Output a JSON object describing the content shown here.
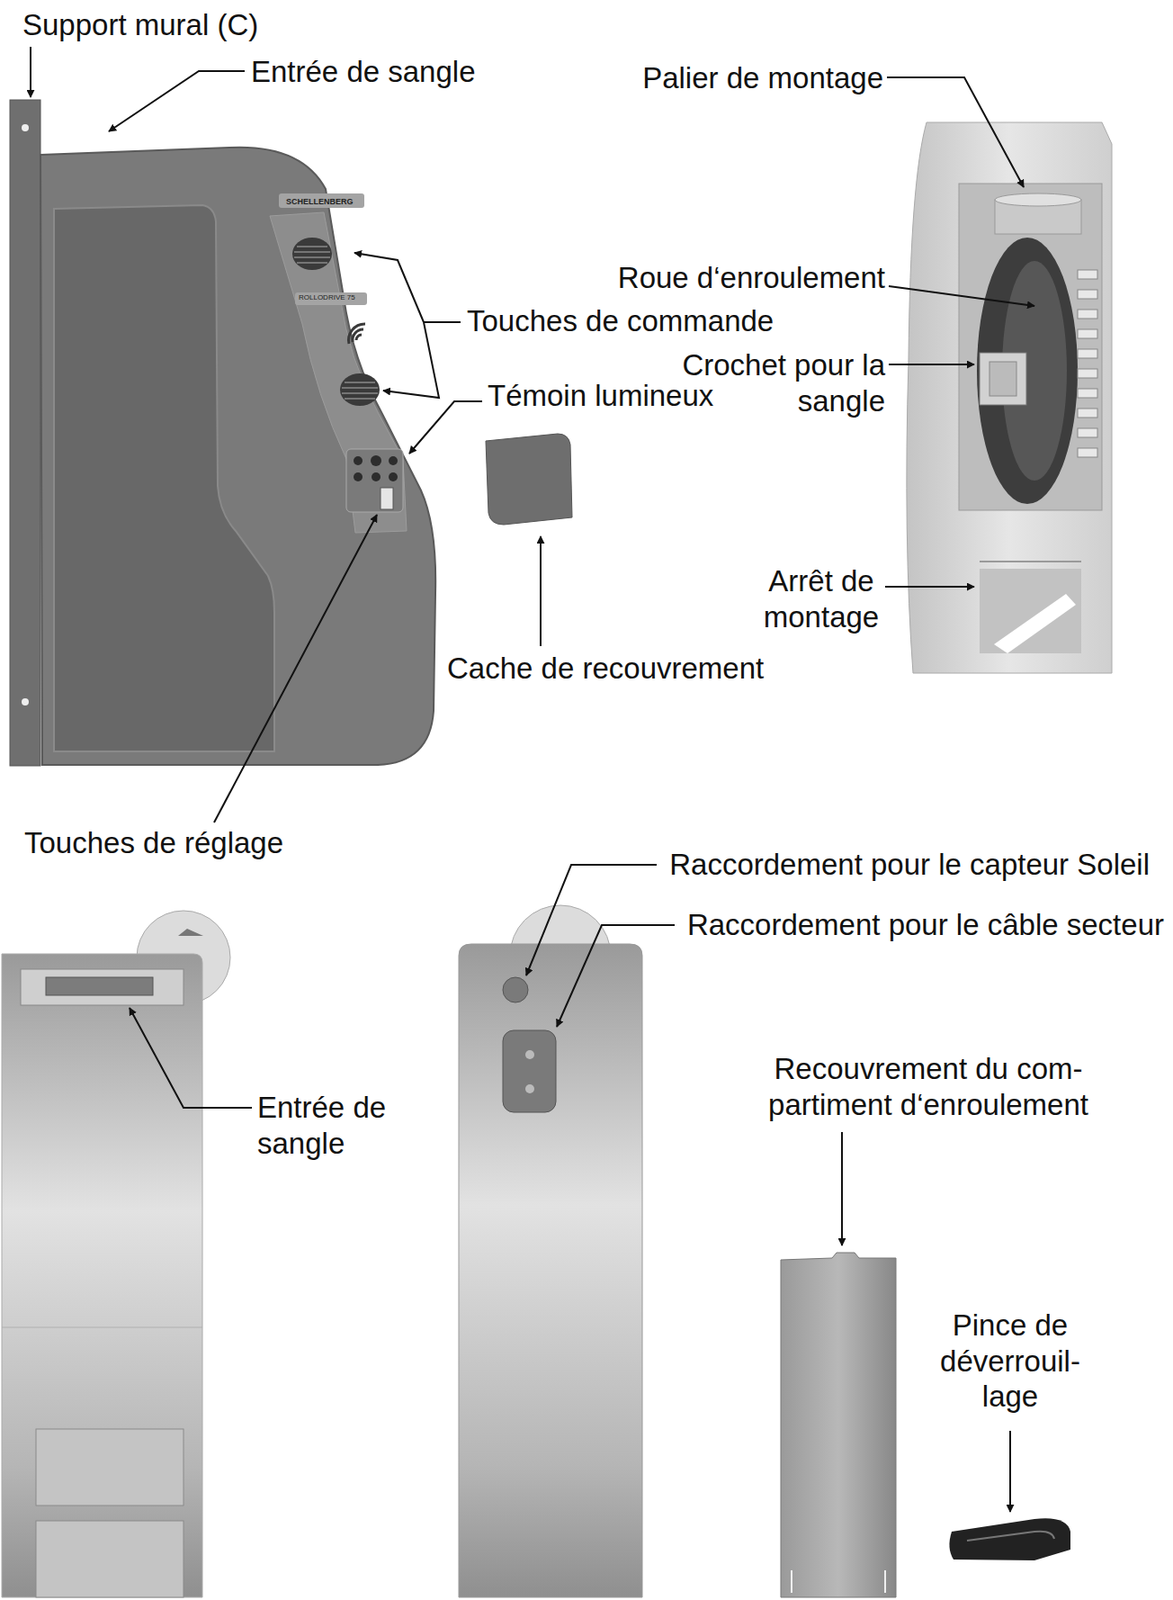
{
  "diagram": {
    "labels": [
      "Support mural (C)",
      "Entrée de sangle",
      "Palier de montage",
      "Roue d‘enroulement",
      "Touches de commande",
      "Crochet pour la sangle",
      "Témoin lumineux",
      "Arrêt de montage",
      "Cache de recouvrement",
      "Touches de réglage",
      "Raccordement pour le capteur Soleil",
      "Raccordement pour le câble secteur",
      "Entrée de sangle",
      "Recouvrement du com- partiment d‘enroulement",
      "Pince de déverrouil- lage",
      "SCHELLENBERG",
      "ROLLODRIVE 75"
    ]
  }
}
